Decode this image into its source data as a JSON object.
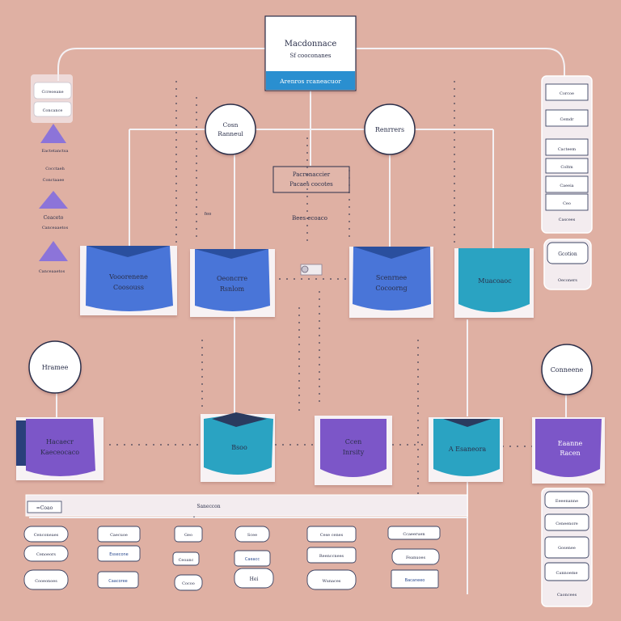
{
  "colors": {
    "background": "#dfb0a3",
    "blue": "#4a74d8",
    "teal": "#2ba3c2",
    "purple": "#7b57c8",
    "accent_bar": "#2b8fd0",
    "line": "#f4f1f4",
    "dark": "#2a2f4a"
  },
  "header": {
    "title": "Macdonnace",
    "subtitle": "Sf cooconanes",
    "bar_text": "Arenros rcaneacuor"
  },
  "circles": {
    "left_top": {
      "line1": "Cosn",
      "line2": "Ranneul"
    },
    "center_top": {
      "label": "Renrrers"
    },
    "left_mid": {
      "label": "Hramee"
    },
    "right_mid": {
      "label": "Conneene"
    }
  },
  "center_box": {
    "line1": "Pacronaccier",
    "line2": "Pacaes cocotes",
    "caption": "Bees ecoaco"
  },
  "small_label": "feo",
  "left_column": {
    "items": [
      {
        "label": "Ccreoeane"
      },
      {
        "label": "Concance"
      },
      {
        "label": "Eactetanctsa"
      },
      {
        "label": "Cocctaeh"
      },
      {
        "label": "Conctaaee"
      },
      {
        "label": "Ceaceto"
      },
      {
        "label": "Canceaaetos"
      }
    ]
  },
  "right_column": {
    "items": [
      {
        "label": "Corcoe"
      },
      {
        "label": "Cemdr"
      },
      {
        "label": "Cacteem"
      },
      {
        "label": "Coltm"
      },
      {
        "label": "Caeeia"
      },
      {
        "label": "Ceo"
      },
      {
        "label": "Cascees"
      },
      {
        "label": "Gcotion"
      },
      {
        "label": "Oeconers"
      }
    ]
  },
  "shields_row1": [
    {
      "line1": "Vooorenene",
      "line2": "Coosouss"
    },
    {
      "line1": "Oeoncrre",
      "line2": "Rsnlom"
    },
    {
      "line1": "Scenrnee",
      "line2": "Cocoorng"
    },
    {
      "line1": "Muacoaoc",
      "line2": ""
    }
  ],
  "shields_row2": [
    {
      "line1": "Hacaecr",
      "line2": "Kaeceocaco"
    },
    {
      "line1": "Bsoo",
      "line2": ""
    },
    {
      "line1": "Ccen",
      "line2": "Inrsity"
    },
    {
      "line1": "A Esaneora",
      "line2": ""
    },
    {
      "line1": "Eaanne",
      "line2": "Racen"
    }
  ],
  "bottom": {
    "main_bar": "=Coao",
    "axis_label": "Saneccon",
    "tags": [
      "Cenconeaes",
      "Cenoeors",
      "Cooeonoes",
      "Caecuoe",
      "Essecone",
      "Caacoree",
      "Geo",
      "Ceoanc",
      "Cocoo",
      "Scee",
      "Caeacc",
      "Hei",
      "Cese cenes",
      "Reenccnees",
      "Wunaces",
      "Ccaeeruen",
      "Feanuoes",
      "Bacaneeo"
    ],
    "right_items": [
      {
        "label": "Eeeenanne"
      },
      {
        "label": "Ceneenore"
      },
      {
        "label": "Gosenee"
      },
      {
        "label": "Cannoeme"
      },
      {
        "label": "Caoncees"
      }
    ]
  }
}
